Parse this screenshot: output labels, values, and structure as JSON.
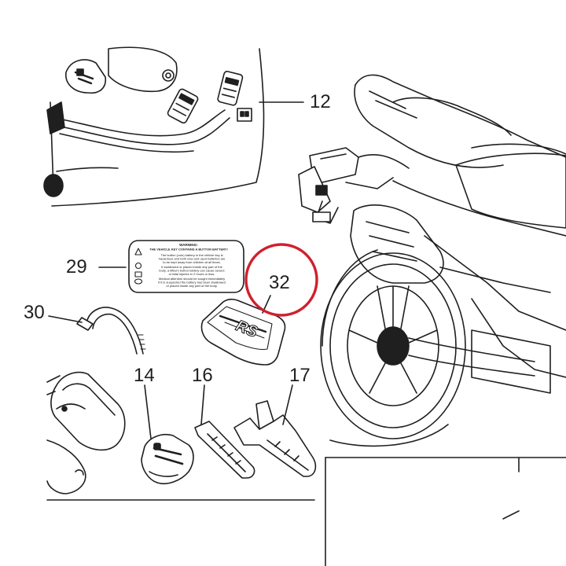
{
  "callouts": {
    "c12": "12",
    "c29": "29",
    "c30": "30",
    "c32": "32",
    "c14": "14",
    "c16": "16",
    "c17": "17"
  },
  "label": {
    "heading": "WARNING:",
    "subheading": "THE VEHICLE KEY CONTAINS A BUTTON BATTERY!",
    "lines": [
      "The button (coin) battery in the vehicle key is",
      "hazardous and both new and used batteries are",
      "to be kept away from children at all times.",
      "If swallowed or placed inside any part of the",
      "body, a lithium button battery can cause severe",
      "or fatal injuries in 2 hours or less.",
      "Medical attention should be sought immediately",
      "if it is suspected the battery has been swallowed",
      "or placed inside any part of the body."
    ]
  },
  "key_cover_text": "RS",
  "colors": {
    "line": "#1f1f1f",
    "highlight": "#d0202e",
    "background": "#ffffff"
  }
}
